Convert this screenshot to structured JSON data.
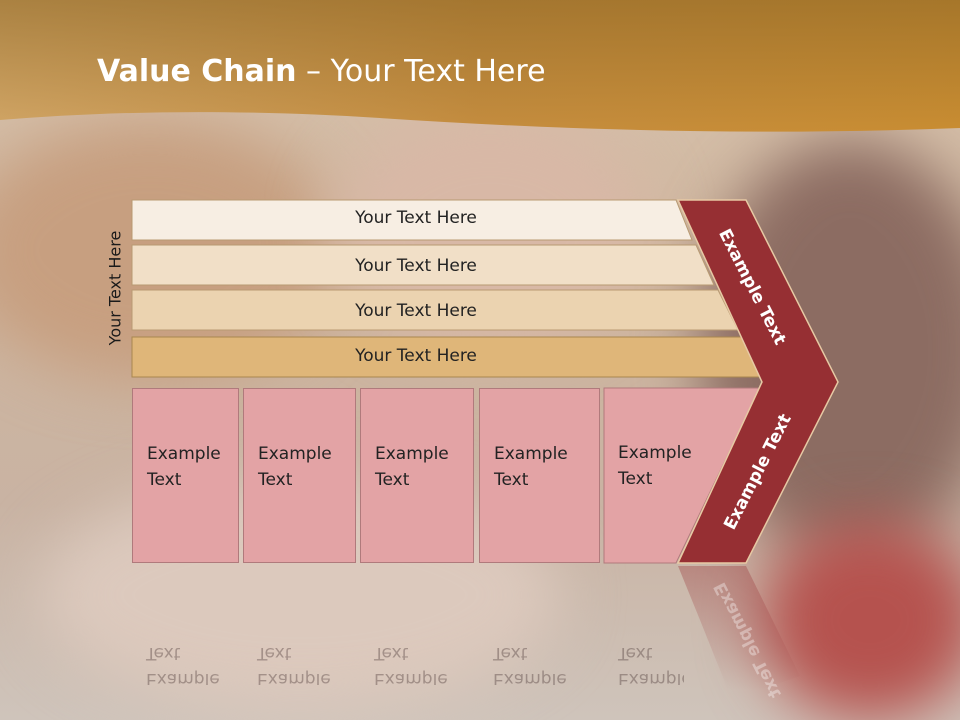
{
  "title": {
    "bold": "Value Chain",
    "rest": " – Your Text Here"
  },
  "side_label": "Your Text Here",
  "rows": [
    {
      "label": "Your Text Here",
      "color": "#f7eee3"
    },
    {
      "label": "Your Text Here",
      "color": "#f1dfc7"
    },
    {
      "label": "Your Text Here",
      "color": "#ebd3b0"
    },
    {
      "label": "Your Text Here",
      "color": "#dfb679"
    }
  ],
  "boxes": [
    {
      "line1": "Example",
      "line2": "Text"
    },
    {
      "line1": "Example",
      "line2": "Text"
    },
    {
      "line1": "Example",
      "line2": "Text"
    },
    {
      "line1": "Example",
      "line2": "Text"
    },
    {
      "line1": "Example",
      "line2": "Text"
    }
  ],
  "chevron": {
    "upper_label": "Example Text",
    "lower_label": "Example Text",
    "color": "#962f33"
  },
  "colors": {
    "header": "#c0872f",
    "box": "#e3a3a5"
  }
}
